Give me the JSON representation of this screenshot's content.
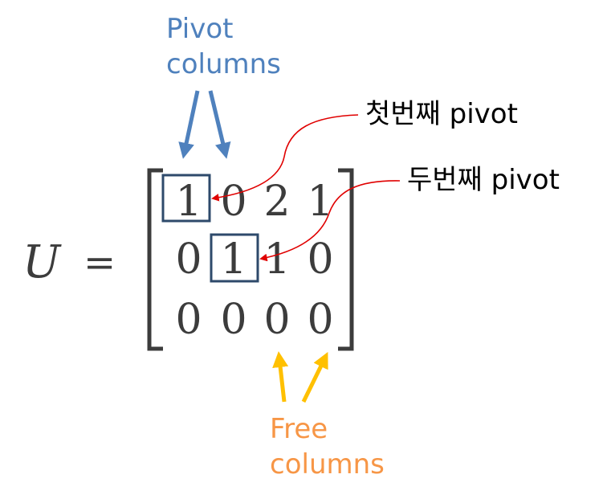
{
  "labels": {
    "pivot_columns": [
      "Pivot",
      "columns"
    ],
    "free_columns": [
      "Free",
      "columns"
    ],
    "first_pivot": "첫번째 pivot",
    "second_pivot": "두번째 pivot"
  },
  "equation": {
    "variable": "U",
    "equals": "=",
    "matrix": [
      [
        "1",
        "0",
        "2",
        "1"
      ],
      [
        "0",
        "1",
        "1",
        "0"
      ],
      [
        "0",
        "0",
        "0",
        "0"
      ]
    ],
    "pivots": [
      [
        0,
        0
      ],
      [
        1,
        1
      ]
    ]
  },
  "colors": {
    "pivot_arrow": "#4f81bd",
    "free_arrow": "#ffc000",
    "free_label": "#f79646",
    "pivot_pointer": "#e00000",
    "pivot_box": "#2e4a6b",
    "matrix_text": "#3c3c3c"
  }
}
